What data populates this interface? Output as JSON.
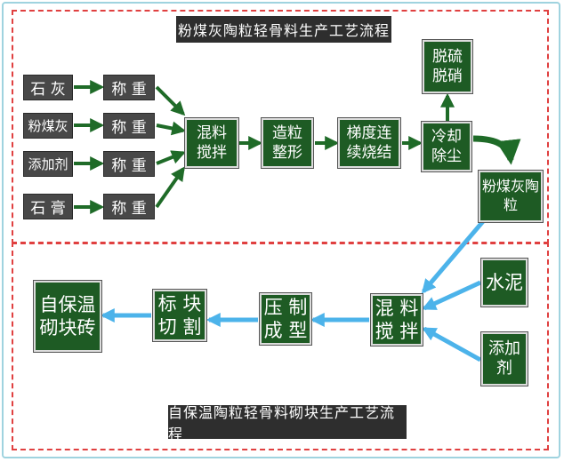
{
  "top_section": {
    "title": "粉煤灰陶粒轻骨料生产工艺流程",
    "raw_materials": [
      "石 灰",
      "粉煤灰",
      "添加剂",
      "石 膏"
    ],
    "weighing": [
      "称 重",
      "称 重",
      "称 重",
      "称 重"
    ],
    "mixing": "混料\n搅拌",
    "granulation": "造粒\n整形",
    "sintering": "梯度连\n续烧结",
    "cooling": "冷却\n除尘",
    "desulfurization": "脱硫\n脱硝",
    "product": "粉煤灰陶粒"
  },
  "bottom_section": {
    "title": "自保温陶粒轻骨料砌块生产工艺流程",
    "cement": "水泥",
    "additive": "添加剂",
    "mixing": "混 料\n搅 拌",
    "pressing": "压 制\n成 型",
    "cutting": "标 块\n切 割",
    "final_product": "自保温\n砌块砖"
  },
  "colors": {
    "border_dashed": "#e04040",
    "outer_frame": "#9fd3df",
    "green_box": "#1e5b24",
    "gray_box": "#484848",
    "title_box": "#2e2e2e",
    "green_arrow": "#1f6b28",
    "blue_arrow": "#4cb3ea"
  }
}
